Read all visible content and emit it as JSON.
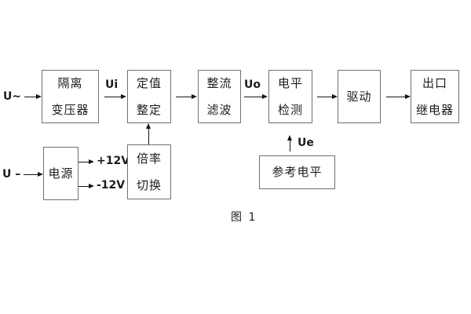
{
  "figure": {
    "caption": "图 1",
    "inputs": {
      "ac": "U~",
      "dc": "U –"
    },
    "signals": {
      "ui": "Ui",
      "uo": "Uo",
      "ue": "Ue",
      "plus12": "+12V",
      "minus12": "-12V"
    },
    "blocks": {
      "isolation_transformer": {
        "line1": "隔离",
        "line2": "变压器"
      },
      "setpoint_adjust": {
        "line1": "定值",
        "line2": "整定"
      },
      "rectify_filter": {
        "line1": "整流",
        "line2": "滤波"
      },
      "level_detect": {
        "line1": "电平",
        "line2": "检测"
      },
      "drive": {
        "line1": "驱动"
      },
      "output_relay": {
        "line1": "出口",
        "line2": "继电器"
      },
      "power_supply": {
        "line1": "电源"
      },
      "ratio_switch": {
        "line1": "倍率",
        "line2": "切换"
      },
      "reference_level": {
        "line1": "参考电平"
      }
    },
    "colors": {
      "background": "#ffffff",
      "box_border": "#707070",
      "text": "#1c1c1c",
      "arrow": "#141414"
    }
  }
}
